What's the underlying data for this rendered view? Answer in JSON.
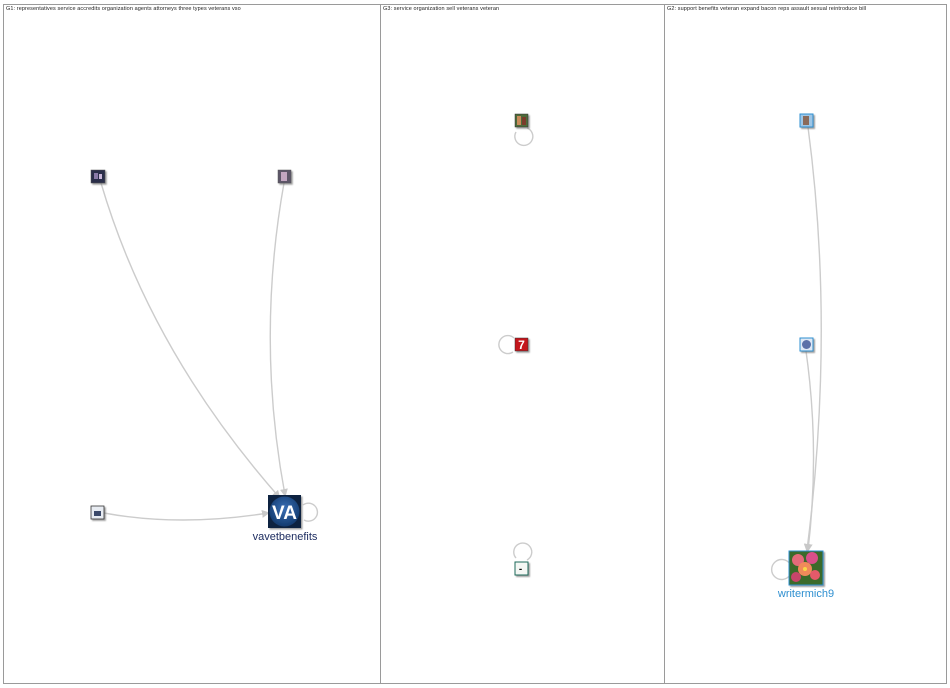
{
  "groups": [
    {
      "id": "G1",
      "title": "G1: representatives service accredits organization agents attorneys three types veterans vso"
    },
    {
      "id": "G3",
      "title": "G3: service organization sell veterans veteran"
    },
    {
      "id": "G2",
      "title": "G2: support benefits veteran expand bacon reps assault sexual reintroduce bill"
    }
  ],
  "labels": {
    "vavetbenefits": "vavetbenefits",
    "writermich9": "writermich9",
    "va_logo": "VA",
    "seven_logo": "7",
    "dash_logo": "-"
  },
  "colors": {
    "edge": "#cccccc",
    "va_label": "#1a2a5e",
    "writer_label": "#2e8fd0",
    "va_blue": "#1f4f8f"
  }
}
